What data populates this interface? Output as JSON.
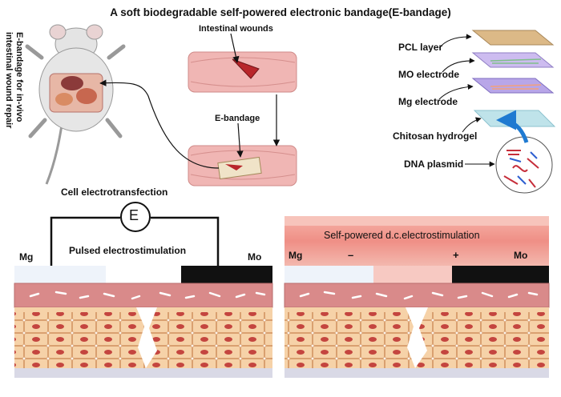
{
  "title": "A soft biodegradable self-powered electronic bandage(E-bandage)",
  "side_label": "E-bandage for in-vivo intestinal wound repair",
  "intestine": {
    "wounds_label": "Intestinal wounds",
    "bandage_label": "E-bandage"
  },
  "layers": [
    {
      "label": "PCL layer",
      "color": "#d9b98e"
    },
    {
      "label": "MO electrode",
      "color": "#c9b8ee"
    },
    {
      "label": "Mg electrode",
      "color": "#b8a6e8"
    },
    {
      "label": "Chitosan hydrogel",
      "color": "#bfe3ea"
    },
    {
      "label": "DNA plasmid",
      "color": "#ffffff"
    }
  ],
  "left_panel": {
    "heading": "Cell electrotransfection",
    "source_symbol": "E",
    "mode_label": "Pulsed electrostimulation",
    "mg_label": "Mg",
    "mo_label": "Mo"
  },
  "right_panel": {
    "mode_label": "Self-powered d.c.electrostimulation",
    "mg_label": "Mg",
    "mo_label": "Mo",
    "minus": "–",
    "plus": "+"
  },
  "colors": {
    "tissue": "#d98a8a",
    "cell_fill": "#f6d2a8",
    "cell_stroke": "#d9a070",
    "nucleus": "#c4453f",
    "electrode_dark": "#111111",
    "electrode_light": "#eef3fa",
    "arrow_blue": "#1f7ad1"
  }
}
